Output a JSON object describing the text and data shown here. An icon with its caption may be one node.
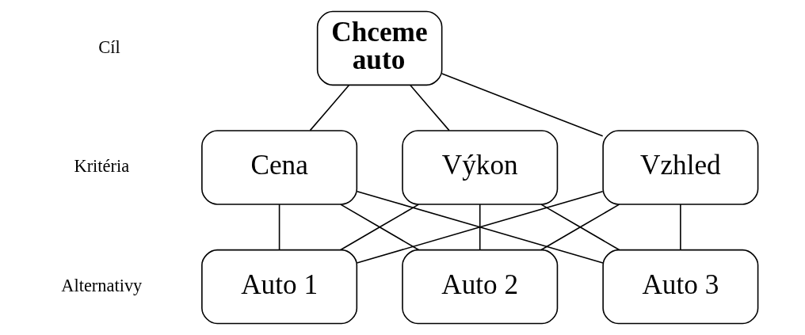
{
  "diagram": {
    "nodes": [
      {
        "text": [
          "Chceme auto"
        ]
      },
      {
        "text": [
          "Cena"
        ]
      },
      {
        "text": [
          "Výkon"
        ]
      },
      {
        "text": [
          "Vzhled"
        ]
      },
      {
        "text": [
          "Auto 1"
        ]
      },
      {
        "text": [
          "Auto 2"
        ]
      },
      {
        "text": [
          "Auto 3"
        ]
      }
    ],
    "edges": [
      {
        "from": 0,
        "to": 1,
        "arrow": "none"
      },
      {
        "from": 0,
        "to": 2,
        "arrow": "none"
      },
      {
        "from": 0,
        "to": 3,
        "arrow": "none"
      },
      {
        "from": 1,
        "to": 4,
        "arrow": "none"
      },
      {
        "from": 1,
        "to": 5,
        "arrow": "none"
      },
      {
        "from": 1,
        "to": 6,
        "arrow": "none"
      },
      {
        "from": 2,
        "to": 4,
        "arrow": "none"
      },
      {
        "from": 2,
        "to": 5,
        "arrow": "none"
      },
      {
        "from": 2,
        "to": 6,
        "arrow": "none"
      },
      {
        "from": 3,
        "to": 4,
        "arrow": "none"
      },
      {
        "from": 3,
        "to": 5,
        "arrow": "none"
      },
      {
        "from": 3,
        "to": 6,
        "arrow": "none"
      }
    ],
    "labels": [
      "Cíl",
      "Kritéria",
      "Alternativy"
    ]
  }
}
